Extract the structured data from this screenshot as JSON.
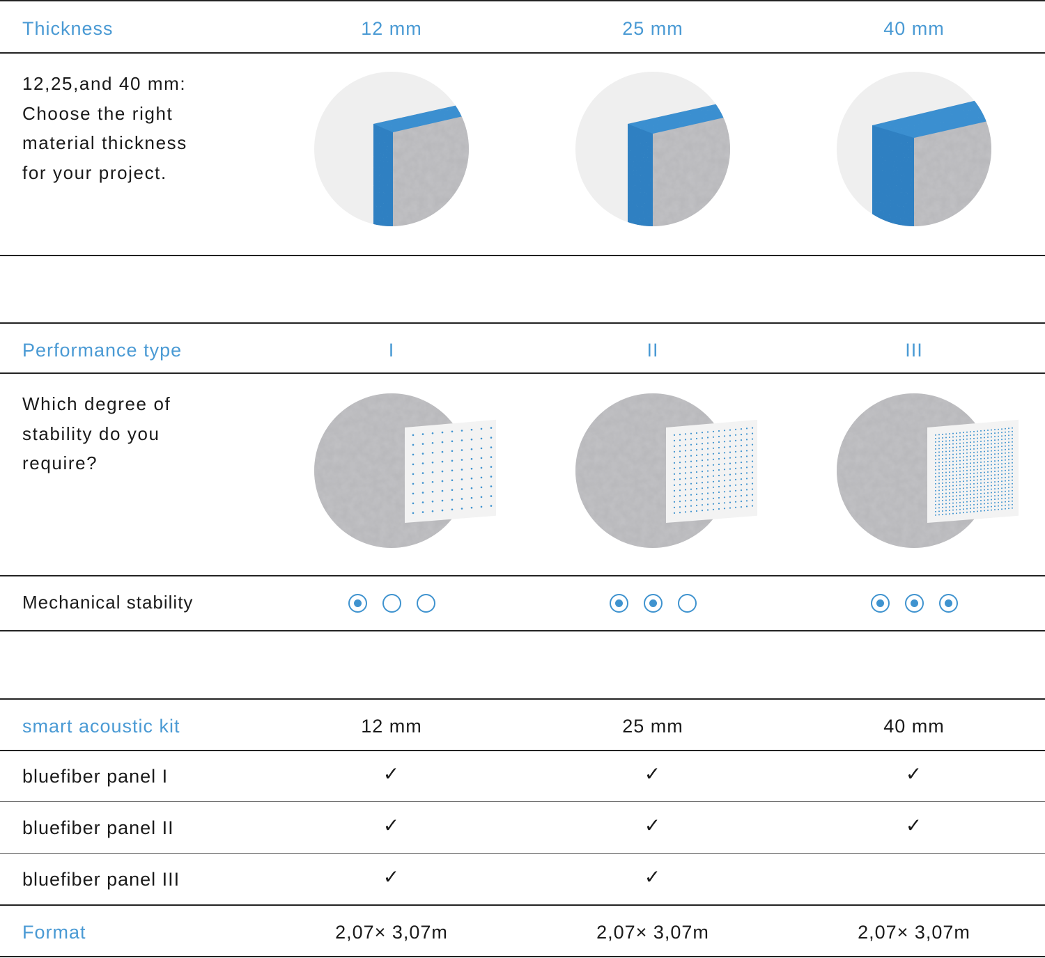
{
  "thickness": {
    "title": "Thickness",
    "columns": [
      "12 mm",
      "25 mm",
      "40 mm"
    ],
    "description_lines": [
      "12,25,and  40  mm:",
      "Choose  the  right",
      "material thickness",
      "for your project."
    ],
    "visuals": [
      "12mm-panel-edge",
      "25mm-panel-edge",
      "40mm-panel-edge"
    ]
  },
  "performance": {
    "title": "Performance type",
    "columns": [
      "I",
      "II",
      "III"
    ],
    "description_lines": [
      "Which  degree of",
      "stability  do  you",
      "require?"
    ],
    "visuals": [
      "perforated-sheet-type-I",
      "perforated-sheet-type-II",
      "perforated-sheet-type-III"
    ]
  },
  "stability": {
    "label": "Mechanical stability",
    "ratings": [
      1,
      2,
      3
    ],
    "max": 3
  },
  "kit": {
    "title": "smart acoustic kit",
    "columns": [
      "12 mm",
      "25 mm",
      "40 mm"
    ],
    "check_mark": "✓",
    "rows": [
      {
        "label": "bluefiber panel I",
        "checks": [
          true,
          true,
          true
        ]
      },
      {
        "label": "bluefiber panel II",
        "checks": [
          true,
          true,
          true
        ]
      },
      {
        "label": "bluefiber panel III",
        "checks": [
          true,
          true,
          false
        ]
      }
    ]
  },
  "format": {
    "title": "Format",
    "values": [
      "2,07×  3,07m",
      "2,07×  3,07m",
      "2,07×  3,07m"
    ]
  },
  "colors": {
    "accent": "#4a9ad4",
    "panel_edge": "#2f7fc0",
    "felt": "#b8b8bb",
    "dot": "#3f93cf"
  }
}
